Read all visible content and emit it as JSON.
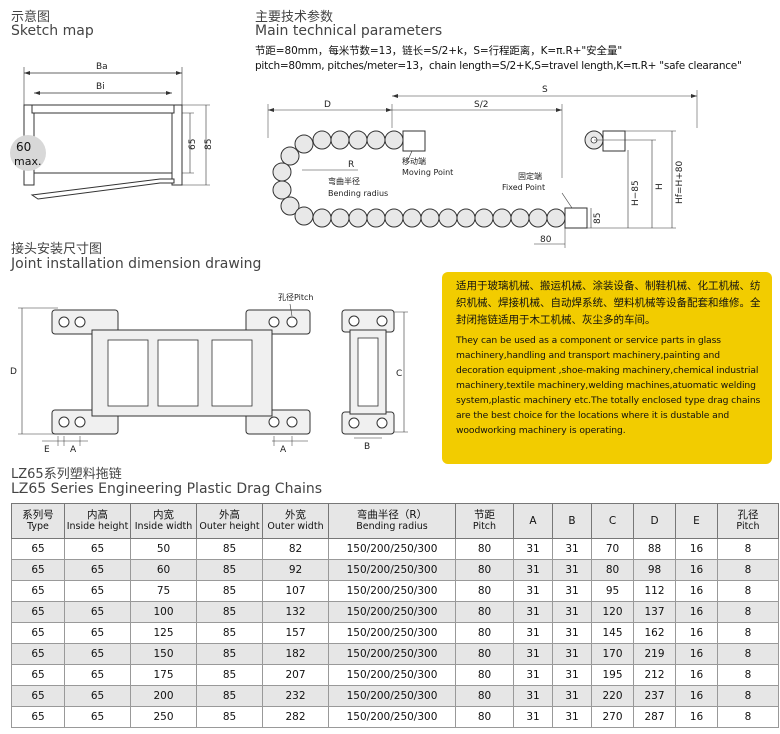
{
  "sketch": {
    "title_cn": "示意图",
    "title_en": "Sketch map",
    "label_ba": "Ba",
    "label_bi": "Bi",
    "label_65": "65",
    "label_85": "85",
    "badge_value": "60",
    "badge_unit": "max."
  },
  "params": {
    "title_cn": "主要技术参数",
    "title_en": "Main technical parameters",
    "line_cn": "节距=80mm，每米节数=13，链长=S/2+k，S=行程距离，K=π.R+\"安全量\"",
    "line_en": "pitch=80mm, pitches/meter=13，chain length=S/2+K,S=travel length,K=π.R+ \"safe clearance\""
  },
  "chain_drawing": {
    "label_d": "D",
    "label_s": "S",
    "label_s2": "S/2",
    "label_r": "R",
    "bending_cn": "弯曲半径",
    "bending_en": "Bending radius",
    "moving_cn": "移动端",
    "moving_en": "Moving Point",
    "fixed_cn": "固定端",
    "fixed_en": "Fixed Point",
    "label_85": "85",
    "label_80": "80",
    "label_h85": "H−85",
    "label_h": "H",
    "label_hf": "Hf=H+80"
  },
  "joint": {
    "title_cn": "接头安装尺寸图",
    "title_en": "Joint installation dimension drawing",
    "pitch_label": "孔径Pitch",
    "label_d": "D",
    "label_e": "E",
    "label_a": "A",
    "label_a2": "A",
    "label_c": "C",
    "label_b": "B"
  },
  "note": {
    "text_cn": "适用于玻璃机械、搬运机械、涂装设备、制鞋机械、化工机械、纺织机械、焊接机械、自动焊系统、塑料机械等设备配套和维修。全封闭拖链适用于木工机械、灰尘多的车间。",
    "text_en": "They can be used as a component or service parts in glass machinery,handling and transport machinery,painting and decoration equipment ,shoe-making machinery,chemical industrial machinery,textile machinery,welding machines,atuomatic welding system,plastic machinery etc.The totally enclosed type drag chains are the best choice for the locations where it is dustable and woodworking machinery is operating."
  },
  "series": {
    "title_cn": "LZ65系列塑料拖链",
    "title_en": "LZ65 Series Engineering Plastic Drag Chains"
  },
  "table": {
    "headers": [
      {
        "cn": "系列号",
        "en": "Type"
      },
      {
        "cn": "内高",
        "en": "Inside height"
      },
      {
        "cn": "内宽",
        "en": "Inside width"
      },
      {
        "cn": "外高",
        "en": "Outer height"
      },
      {
        "cn": "外宽",
        "en": "Outer width"
      },
      {
        "cn": "弯曲半径（R）",
        "en": "Bending radius"
      },
      {
        "cn": "节距",
        "en": "Pitch"
      },
      {
        "cn": "A",
        "en": ""
      },
      {
        "cn": "B",
        "en": ""
      },
      {
        "cn": "C",
        "en": ""
      },
      {
        "cn": "D",
        "en": ""
      },
      {
        "cn": "E",
        "en": ""
      },
      {
        "cn": "孔径",
        "en": "Pitch"
      }
    ],
    "rows": [
      [
        "65",
        "65",
        "50",
        "85",
        "82",
        "150/200/250/300",
        "80",
        "31",
        "31",
        "70",
        "88",
        "16",
        "8"
      ],
      [
        "65",
        "65",
        "60",
        "85",
        "92",
        "150/200/250/300",
        "80",
        "31",
        "31",
        "80",
        "98",
        "16",
        "8"
      ],
      [
        "65",
        "65",
        "75",
        "85",
        "107",
        "150/200/250/300",
        "80",
        "31",
        "31",
        "95",
        "112",
        "16",
        "8"
      ],
      [
        "65",
        "65",
        "100",
        "85",
        "132",
        "150/200/250/300",
        "80",
        "31",
        "31",
        "120",
        "137",
        "16",
        "8"
      ],
      [
        "65",
        "65",
        "125",
        "85",
        "157",
        "150/200/250/300",
        "80",
        "31",
        "31",
        "145",
        "162",
        "16",
        "8"
      ],
      [
        "65",
        "65",
        "150",
        "85",
        "182",
        "150/200/250/300",
        "80",
        "31",
        "31",
        "170",
        "219",
        "16",
        "8"
      ],
      [
        "65",
        "65",
        "175",
        "85",
        "207",
        "150/200/250/300",
        "80",
        "31",
        "31",
        "195",
        "212",
        "16",
        "8"
      ],
      [
        "65",
        "65",
        "200",
        "85",
        "232",
        "150/200/250/300",
        "80",
        "31",
        "31",
        "220",
        "237",
        "16",
        "8"
      ],
      [
        "65",
        "65",
        "250",
        "85",
        "282",
        "150/200/250/300",
        "80",
        "31",
        "31",
        "270",
        "287",
        "16",
        "8"
      ]
    ]
  }
}
